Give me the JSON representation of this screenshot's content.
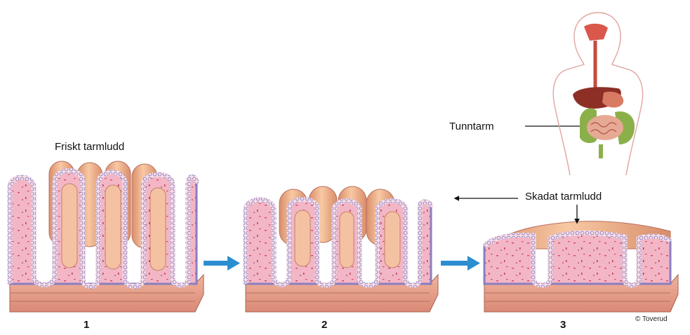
{
  "labels": {
    "healthy": "Friskt tarmludd",
    "small_intestine": "Tunntarm",
    "damaged": "Skadat tarmludd"
  },
  "stages": [
    "1",
    "2",
    "3"
  ],
  "credit": "© Toverud",
  "colors": {
    "tissue": "#f2b6c6",
    "tissue_dark": "#e59aaf",
    "villus_top": "#f4b48e",
    "villus_shadow": "#d98d6a",
    "cell_border": "#8b7fc0",
    "base": "#e6a18c",
    "arrow": "#2a8ed1"
  }
}
